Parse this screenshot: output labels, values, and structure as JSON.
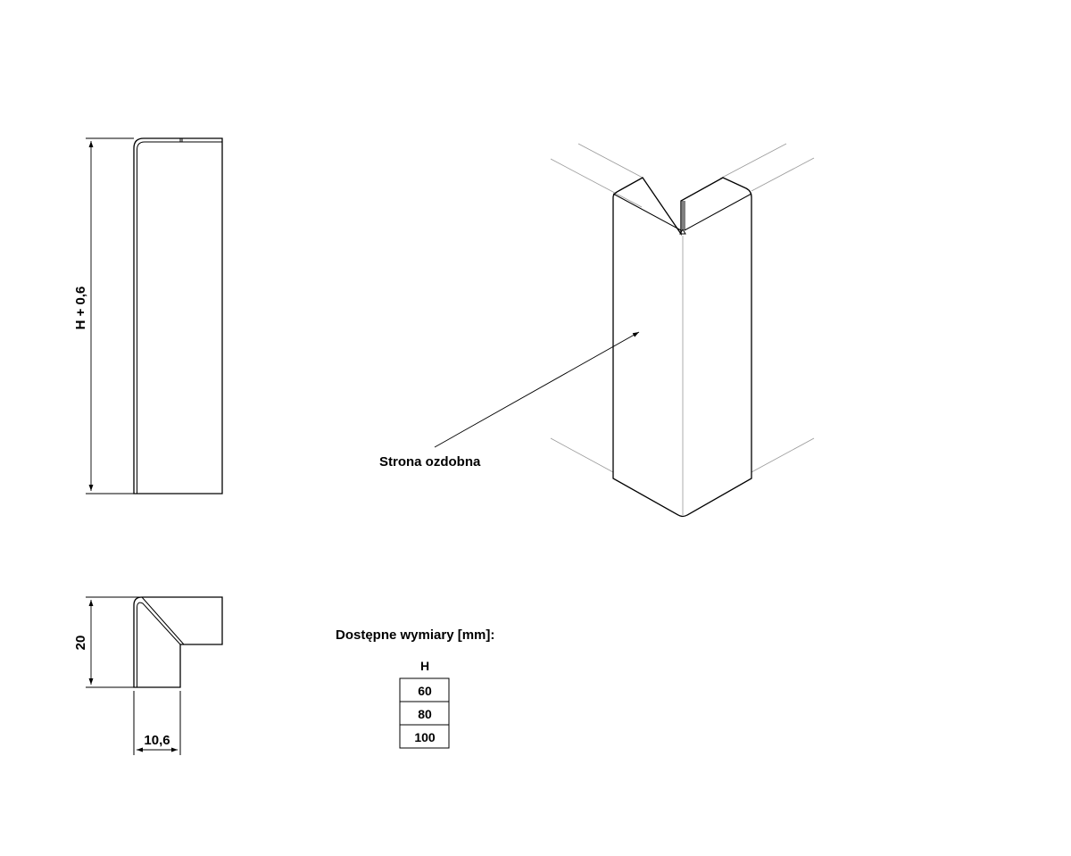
{
  "dimensions": {
    "height_label": "H + 0,6",
    "depth_label": "20",
    "width_label": "10,6"
  },
  "callout": {
    "label": "Strona ozdobna"
  },
  "sizes": {
    "title": "Dostępne wymiary [mm]:",
    "column_header": "H",
    "values": [
      "60",
      "80",
      "100"
    ]
  }
}
